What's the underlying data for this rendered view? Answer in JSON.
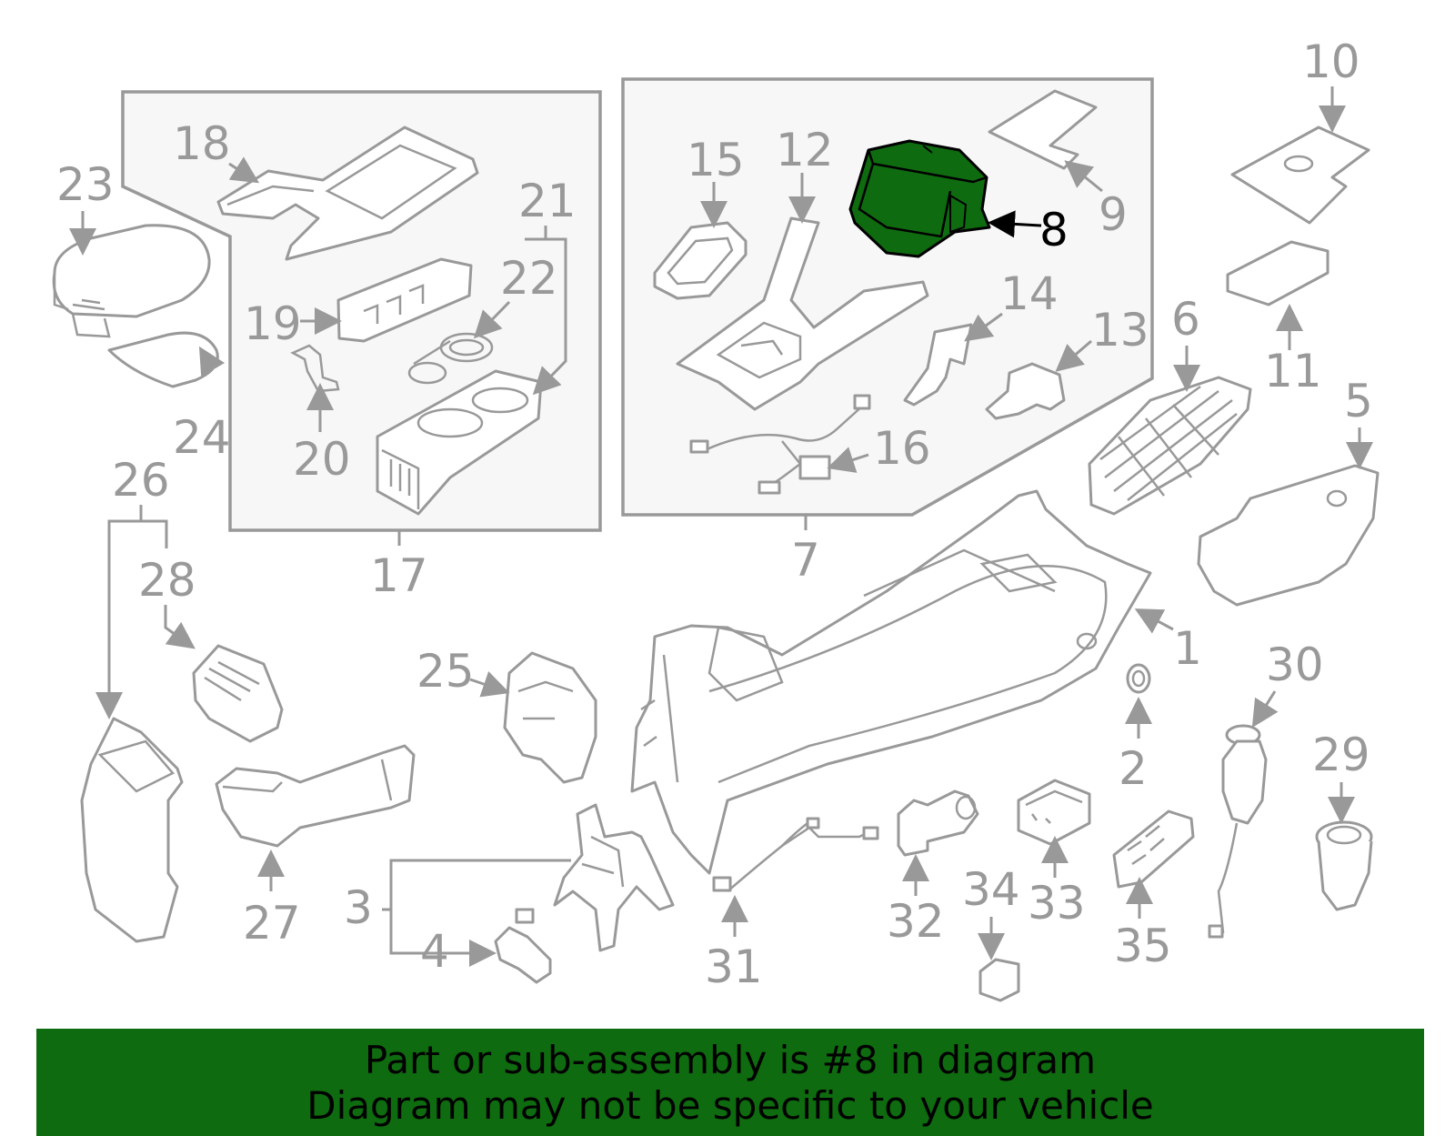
{
  "colors": {
    "highlight": "#0f6b0f",
    "line": "#999999",
    "highlight_label": "#000000"
  },
  "highlighted_part": "8",
  "labels": {
    "p1": "1",
    "p2": "2",
    "p3": "3",
    "p4": "4",
    "p5": "5",
    "p6": "6",
    "p7": "7",
    "p8": "8",
    "p9": "9",
    "p10": "10",
    "p11": "11",
    "p12": "12",
    "p13": "13",
    "p14": "14",
    "p15": "15",
    "p16": "16",
    "p17": "17",
    "p18": "18",
    "p19": "19",
    "p20": "20",
    "p21": "21",
    "p22": "22",
    "p23": "23",
    "p24": "24",
    "p25": "25",
    "p26": "26",
    "p27": "27",
    "p28": "28",
    "p29": "29",
    "p30": "30",
    "p31": "31",
    "p32": "32",
    "p33": "33",
    "p34": "34",
    "p35": "35"
  },
  "banner": {
    "line1": "Part or sub-assembly is #8 in diagram",
    "line2": "Diagram may not be specific to your vehicle"
  }
}
